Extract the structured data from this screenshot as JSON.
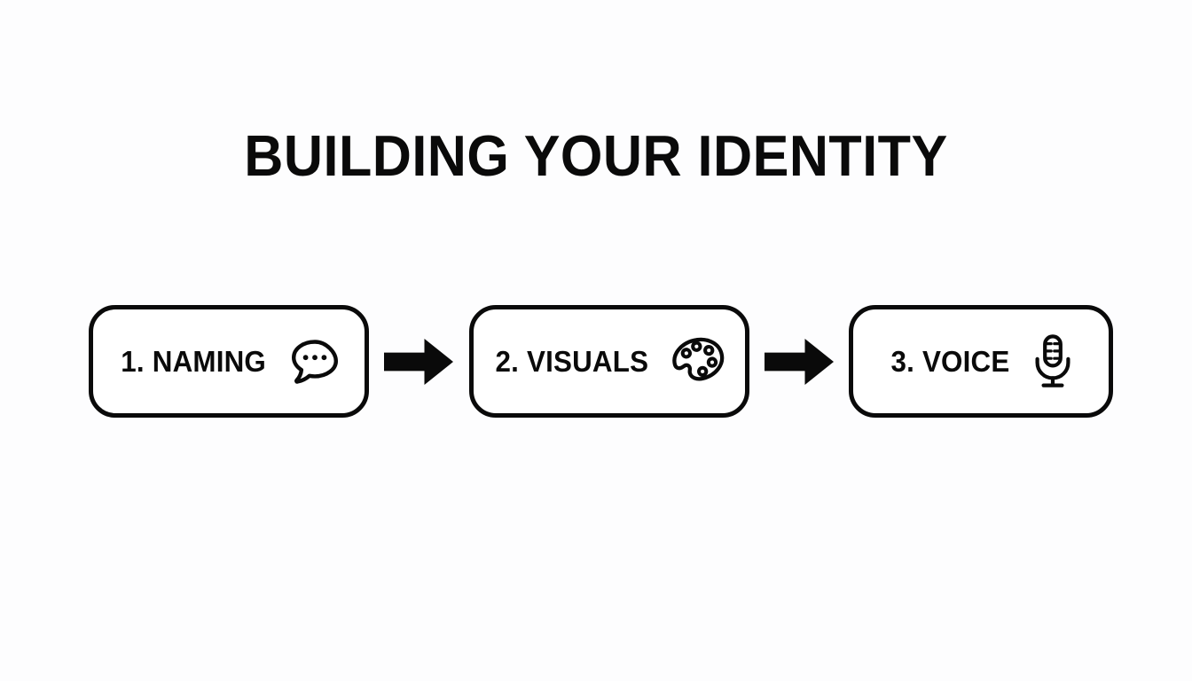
{
  "slide": {
    "title": "BUILDING YOUR IDENTITY",
    "background_color": "#fdfdfe",
    "ink_color": "#0a0a0a"
  },
  "flow": {
    "steps": [
      {
        "label": "1. NAMING",
        "icon": "speech-bubble-icon"
      },
      {
        "label": "2. VISUALS",
        "icon": "paint-palette-icon"
      },
      {
        "label": "3. VOICE",
        "icon": "microphone-icon"
      }
    ],
    "connectors": [
      {
        "icon": "arrow-right-icon"
      },
      {
        "icon": "arrow-right-icon"
      }
    ]
  }
}
